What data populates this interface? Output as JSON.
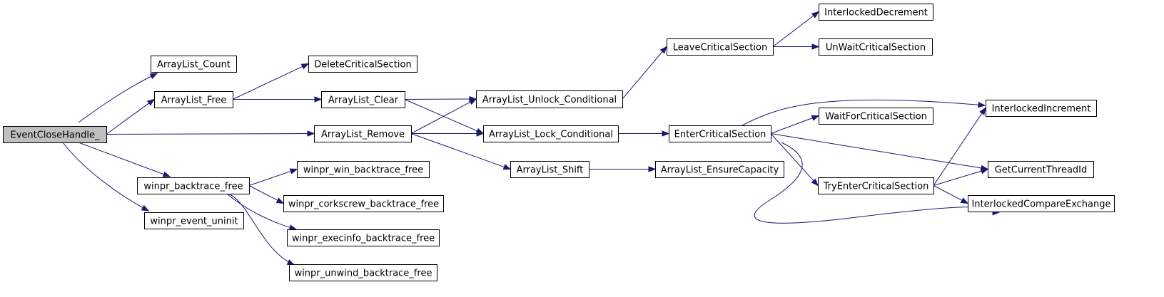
{
  "colors": {
    "edge": "#191970",
    "root_fill": "#bfbfbf",
    "node_fill": "#ffffff",
    "node_border": "#000000"
  },
  "nodes": [
    {
      "id": "EventCloseHandle_",
      "label": "EventCloseHandle_",
      "root": true
    },
    {
      "id": "ArrayList_Count",
      "label": "ArrayList_Count"
    },
    {
      "id": "ArrayList_Free",
      "label": "ArrayList_Free"
    },
    {
      "id": "ArrayList_Remove",
      "label": "ArrayList_Remove"
    },
    {
      "id": "winpr_backtrace_free",
      "label": "winpr_backtrace_free"
    },
    {
      "id": "winpr_event_uninit",
      "label": "winpr_event_uninit"
    },
    {
      "id": "DeleteCriticalSection",
      "label": "DeleteCriticalSection"
    },
    {
      "id": "ArrayList_Clear",
      "label": "ArrayList_Clear"
    },
    {
      "id": "ArrayList_Unlock_Conditional",
      "label": "ArrayList_Unlock_Conditional"
    },
    {
      "id": "ArrayList_Lock_Conditional",
      "label": "ArrayList_Lock_Conditional"
    },
    {
      "id": "ArrayList_Shift",
      "label": "ArrayList_Shift"
    },
    {
      "id": "winpr_win_backtrace_free",
      "label": "winpr_win_backtrace_free"
    },
    {
      "id": "winpr_corkscrew_backtrace_free",
      "label": "winpr_corkscrew_backtrace_free"
    },
    {
      "id": "winpr_execinfo_backtrace_free",
      "label": "winpr_execinfo_backtrace_free"
    },
    {
      "id": "winpr_unwind_backtrace_free",
      "label": "winpr_unwind_backtrace_free"
    },
    {
      "id": "LeaveCriticalSection",
      "label": "LeaveCriticalSection"
    },
    {
      "id": "EnterCriticalSection",
      "label": "EnterCriticalSection"
    },
    {
      "id": "ArrayList_EnsureCapacity",
      "label": "ArrayList_EnsureCapacity"
    },
    {
      "id": "InterlockedDecrement",
      "label": "InterlockedDecrement"
    },
    {
      "id": "UnWaitCriticalSection",
      "label": "UnWaitCriticalSection"
    },
    {
      "id": "WaitForCriticalSection",
      "label": "WaitForCriticalSection"
    },
    {
      "id": "TryEnterCriticalSection",
      "label": "TryEnterCriticalSection"
    },
    {
      "id": "InterlockedIncrement",
      "label": "InterlockedIncrement"
    },
    {
      "id": "GetCurrentThreadId",
      "label": "GetCurrentThreadId"
    },
    {
      "id": "InterlockedCompareExchange",
      "label": "InterlockedCompareExchange"
    }
  ],
  "edges": [
    {
      "from": "EventCloseHandle_",
      "to": "ArrayList_Count"
    },
    {
      "from": "EventCloseHandle_",
      "to": "ArrayList_Free"
    },
    {
      "from": "EventCloseHandle_",
      "to": "ArrayList_Remove"
    },
    {
      "from": "EventCloseHandle_",
      "to": "winpr_backtrace_free"
    },
    {
      "from": "EventCloseHandle_",
      "to": "winpr_event_uninit"
    },
    {
      "from": "ArrayList_Free",
      "to": "DeleteCriticalSection"
    },
    {
      "from": "ArrayList_Free",
      "to": "ArrayList_Clear"
    },
    {
      "from": "ArrayList_Clear",
      "to": "ArrayList_Unlock_Conditional"
    },
    {
      "from": "ArrayList_Clear",
      "to": "ArrayList_Lock_Conditional"
    },
    {
      "from": "ArrayList_Remove",
      "to": "ArrayList_Unlock_Conditional"
    },
    {
      "from": "ArrayList_Remove",
      "to": "ArrayList_Lock_Conditional"
    },
    {
      "from": "ArrayList_Remove",
      "to": "ArrayList_Shift"
    },
    {
      "from": "ArrayList_Unlock_Conditional",
      "to": "LeaveCriticalSection"
    },
    {
      "from": "ArrayList_Lock_Conditional",
      "to": "EnterCriticalSection"
    },
    {
      "from": "ArrayList_Shift",
      "to": "ArrayList_EnsureCapacity"
    },
    {
      "from": "LeaveCriticalSection",
      "to": "InterlockedDecrement"
    },
    {
      "from": "LeaveCriticalSection",
      "to": "UnWaitCriticalSection"
    },
    {
      "from": "EnterCriticalSection",
      "to": "InterlockedIncrement"
    },
    {
      "from": "EnterCriticalSection",
      "to": "WaitForCriticalSection"
    },
    {
      "from": "EnterCriticalSection",
      "to": "GetCurrentThreadId"
    },
    {
      "from": "EnterCriticalSection",
      "to": "TryEnterCriticalSection"
    },
    {
      "from": "EnterCriticalSection",
      "to": "InterlockedCompareExchange"
    },
    {
      "from": "TryEnterCriticalSection",
      "to": "InterlockedIncrement"
    },
    {
      "from": "TryEnterCriticalSection",
      "to": "GetCurrentThreadId"
    },
    {
      "from": "TryEnterCriticalSection",
      "to": "InterlockedCompareExchange"
    },
    {
      "from": "winpr_backtrace_free",
      "to": "winpr_win_backtrace_free"
    },
    {
      "from": "winpr_backtrace_free",
      "to": "winpr_corkscrew_backtrace_free"
    },
    {
      "from": "winpr_backtrace_free",
      "to": "winpr_execinfo_backtrace_free"
    },
    {
      "from": "winpr_backtrace_free",
      "to": "winpr_unwind_backtrace_free"
    }
  ]
}
